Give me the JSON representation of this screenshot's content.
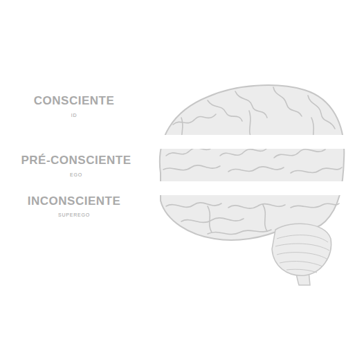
{
  "diagram": {
    "labels": [
      "CONSCIENTE",
      "ID",
      "PRÉ-CONSCIENTE",
      "EGO",
      "INCONSCIENTE",
      "SUPEREGO"
    ]
  }
}
